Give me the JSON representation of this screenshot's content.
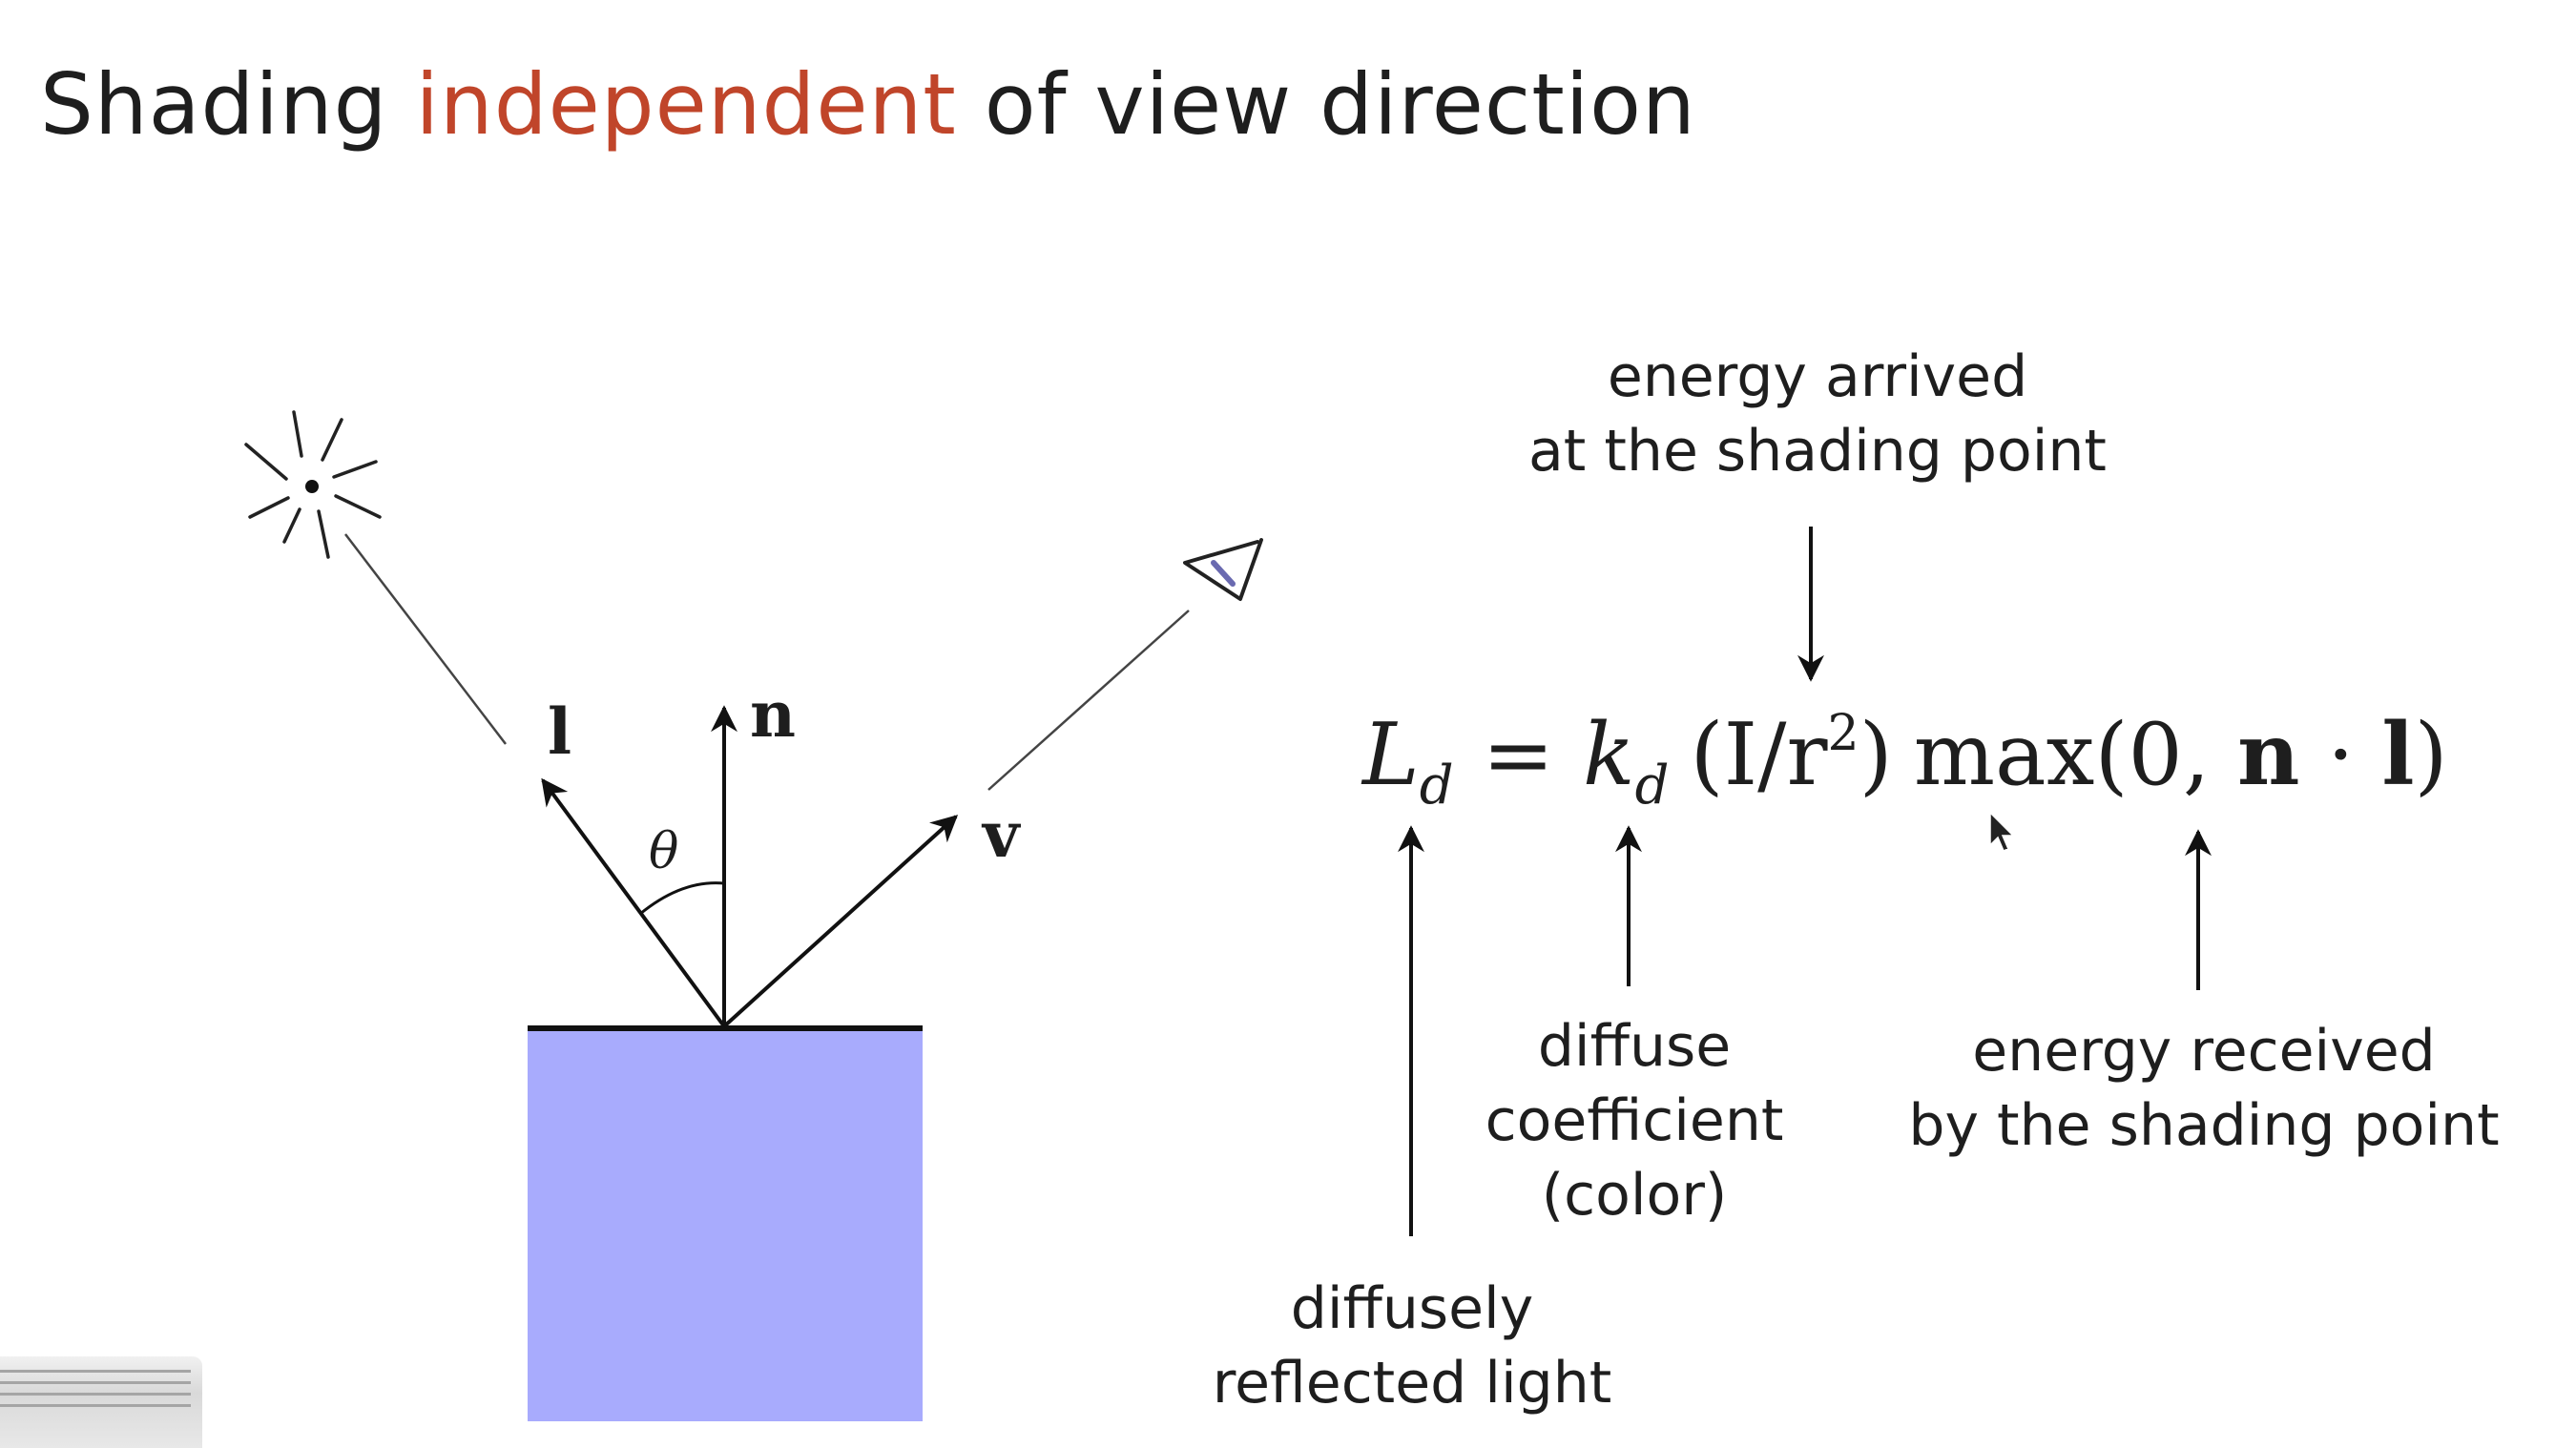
{
  "title": {
    "before": "Shading ",
    "accent": "independent",
    "after": " of view direction",
    "accent_color": "#c0452a"
  },
  "diagram": {
    "vector_labels": {
      "light": "l",
      "normal": "n",
      "view": "v",
      "angle": "θ"
    },
    "surface_color": "#a8abfd",
    "icons": [
      "light-source-icon",
      "eye-icon",
      "mouse-cursor-icon"
    ]
  },
  "formula": {
    "L": "L",
    "d1": "d",
    "eq": "=",
    "k": "k",
    "d2": "d",
    "intensity": "(I/r",
    "sq": "2",
    "close": ")",
    "max_open": "max(0, ",
    "n": "n",
    "dot": " · ",
    "l": "l",
    "max_close": ")"
  },
  "annotations": {
    "energy_arrived": [
      "energy arrived",
      "at the shading point"
    ],
    "diffuse_coefficient": [
      "diffuse",
      "coefficient",
      "(color)"
    ],
    "energy_received": [
      "energy received",
      "by the shading point"
    ],
    "diffusely_reflected": [
      "diffusely",
      "reflected light"
    ]
  }
}
